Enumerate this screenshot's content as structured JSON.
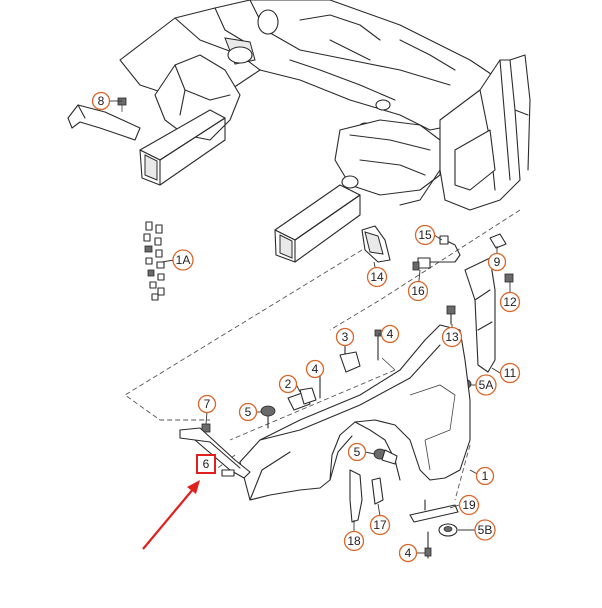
{
  "diagram": {
    "callouts": {
      "c8": "8",
      "c1a": "1A",
      "c15": "15",
      "c9": "9",
      "c14": "14",
      "c16": "16",
      "c12": "12",
      "c13": "13",
      "c3": "3",
      "c4a": "4",
      "c4b": "4",
      "c2": "2",
      "c11": "11",
      "c5a": "5A",
      "c7": "7",
      "c5a2": "5",
      "c6": "6",
      "c5b": "5",
      "c1": "1",
      "c17": "17",
      "c19": "19",
      "c18": "18",
      "c5b2": "5B",
      "c4c": "4"
    },
    "highlight_color": "#e0201c",
    "callout_color": "#d9662a"
  }
}
